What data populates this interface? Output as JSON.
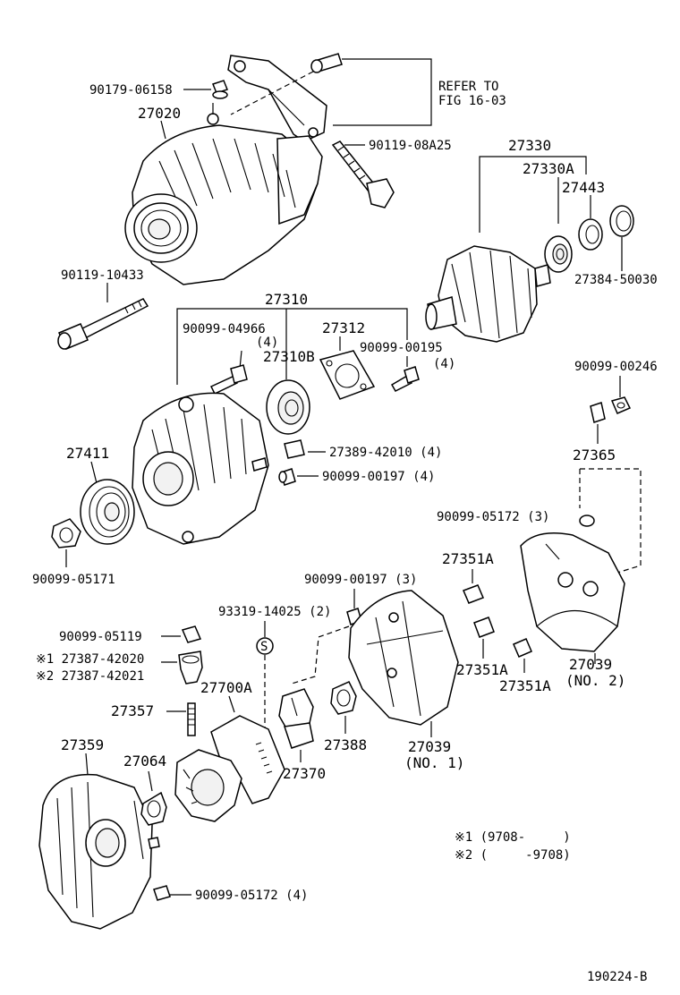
{
  "diagram": {
    "figure_id": "190224-B",
    "refer_note": [
      "REFER TO",
      "FIG 16-03"
    ],
    "labels": {
      "p90179_06158": "90179-06158",
      "p27020": "27020",
      "p90119_08A25": "90119-08A25",
      "p27330": "27330",
      "p27330A": "27330A",
      "p27443": "27443",
      "p27384_50030": "27384-50030",
      "p90119_10433": "90119-10433",
      "p27310": "27310",
      "p90099_04966": "90099-04966",
      "p90099_04966_qty": "(4)",
      "p27312": "27312",
      "p90099_00195": "90099-00195",
      "p90099_00195_qty": "(4)",
      "p27310B": "27310B",
      "p90099_00246": "90099-00246",
      "p27411": "27411",
      "p27389_42010": "27389-42010 (4)",
      "p90099_00197a": "90099-00197 (4)",
      "p27365": "27365",
      "p90099_05172a": "90099-05172 (3)",
      "p90099_05171": "90099-05171",
      "p27351A_1": "27351A",
      "p90099_00197b": "90099-00197 (3)",
      "p93319_14025": "93319-14025 (2)",
      "p90099_05119": "90099-05119",
      "p27387_42020": "※1 27387-42020",
      "p27387_42021": "※2 27387-42021",
      "p27700A": "27700A",
      "p27357": "27357",
      "p27351A_2": "27351A",
      "p27351A_3": "27351A",
      "p27039_no2": "27039",
      "p27039_no2_sub": "(NO. 2)",
      "p27388": "27388",
      "p27370": "27370",
      "p27039_no1": "27039",
      "p27039_no1_sub": "(NO. 1)",
      "p27359": "27359",
      "p27064": "27064",
      "p90099_05172b": "90099-05172 (4)",
      "s_marker": "S"
    },
    "notes": {
      "note1": "※1 (9708-     )",
      "note2": "※2 (     -9708)"
    }
  }
}
